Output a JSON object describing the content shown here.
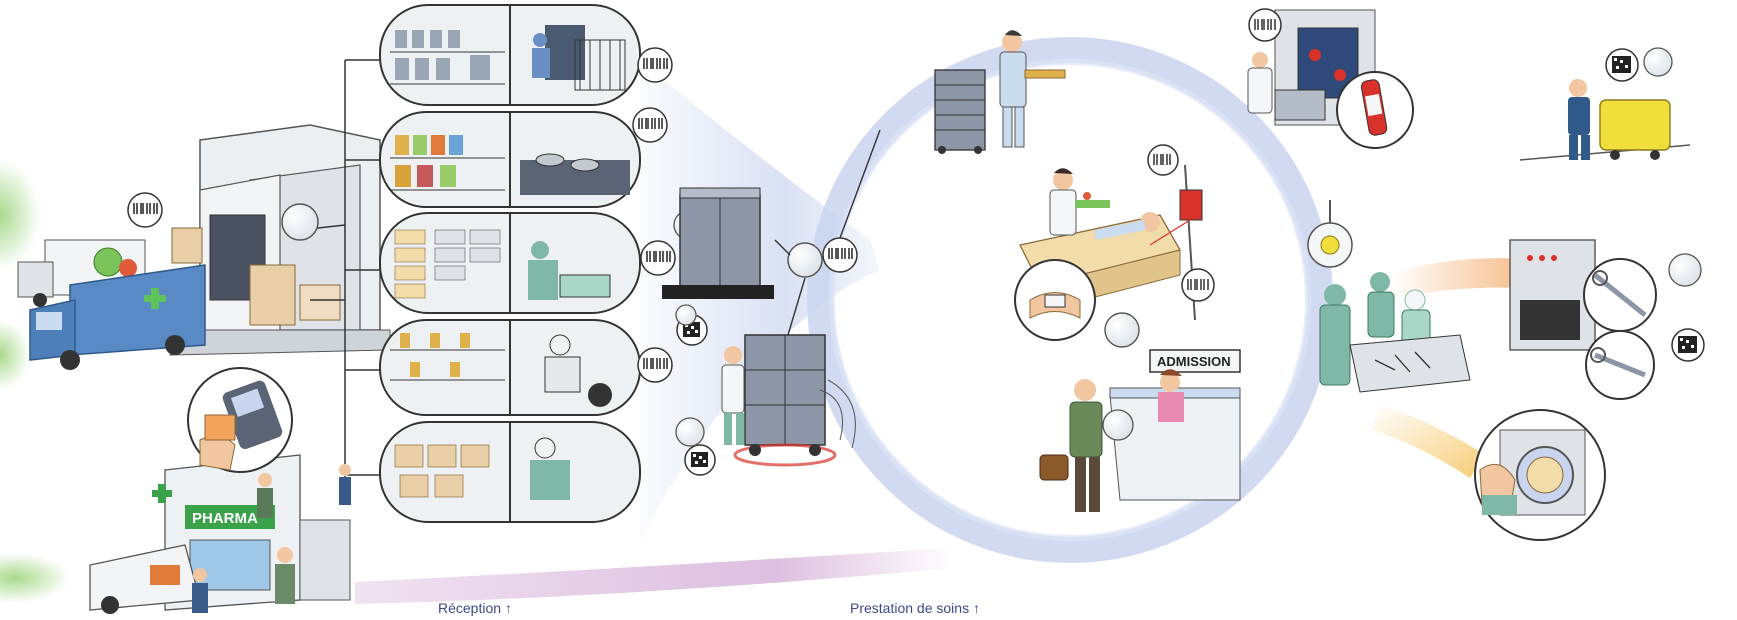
{
  "labels": {
    "reception": "Réception ↑",
    "care": "Prestation de soins ↑"
  },
  "signs": {
    "pharmacy": "PHARMA",
    "admission": "ADMISSION"
  },
  "colors": {
    "ring": "#c9d4ee",
    "flow_purple": "#d9b8dc",
    "flow_orange": "#f2a35c",
    "flow_yellow": "#f6c766",
    "green_glow": "#9fd57f",
    "pharmacy_green": "#3aa34a",
    "truck_blue": "#5a8ac6",
    "scrub_green": "#7fb8a6",
    "red_accent": "#d8322a",
    "yellow_bin": "#f0de3a",
    "label_text": "#3a4a8a"
  }
}
